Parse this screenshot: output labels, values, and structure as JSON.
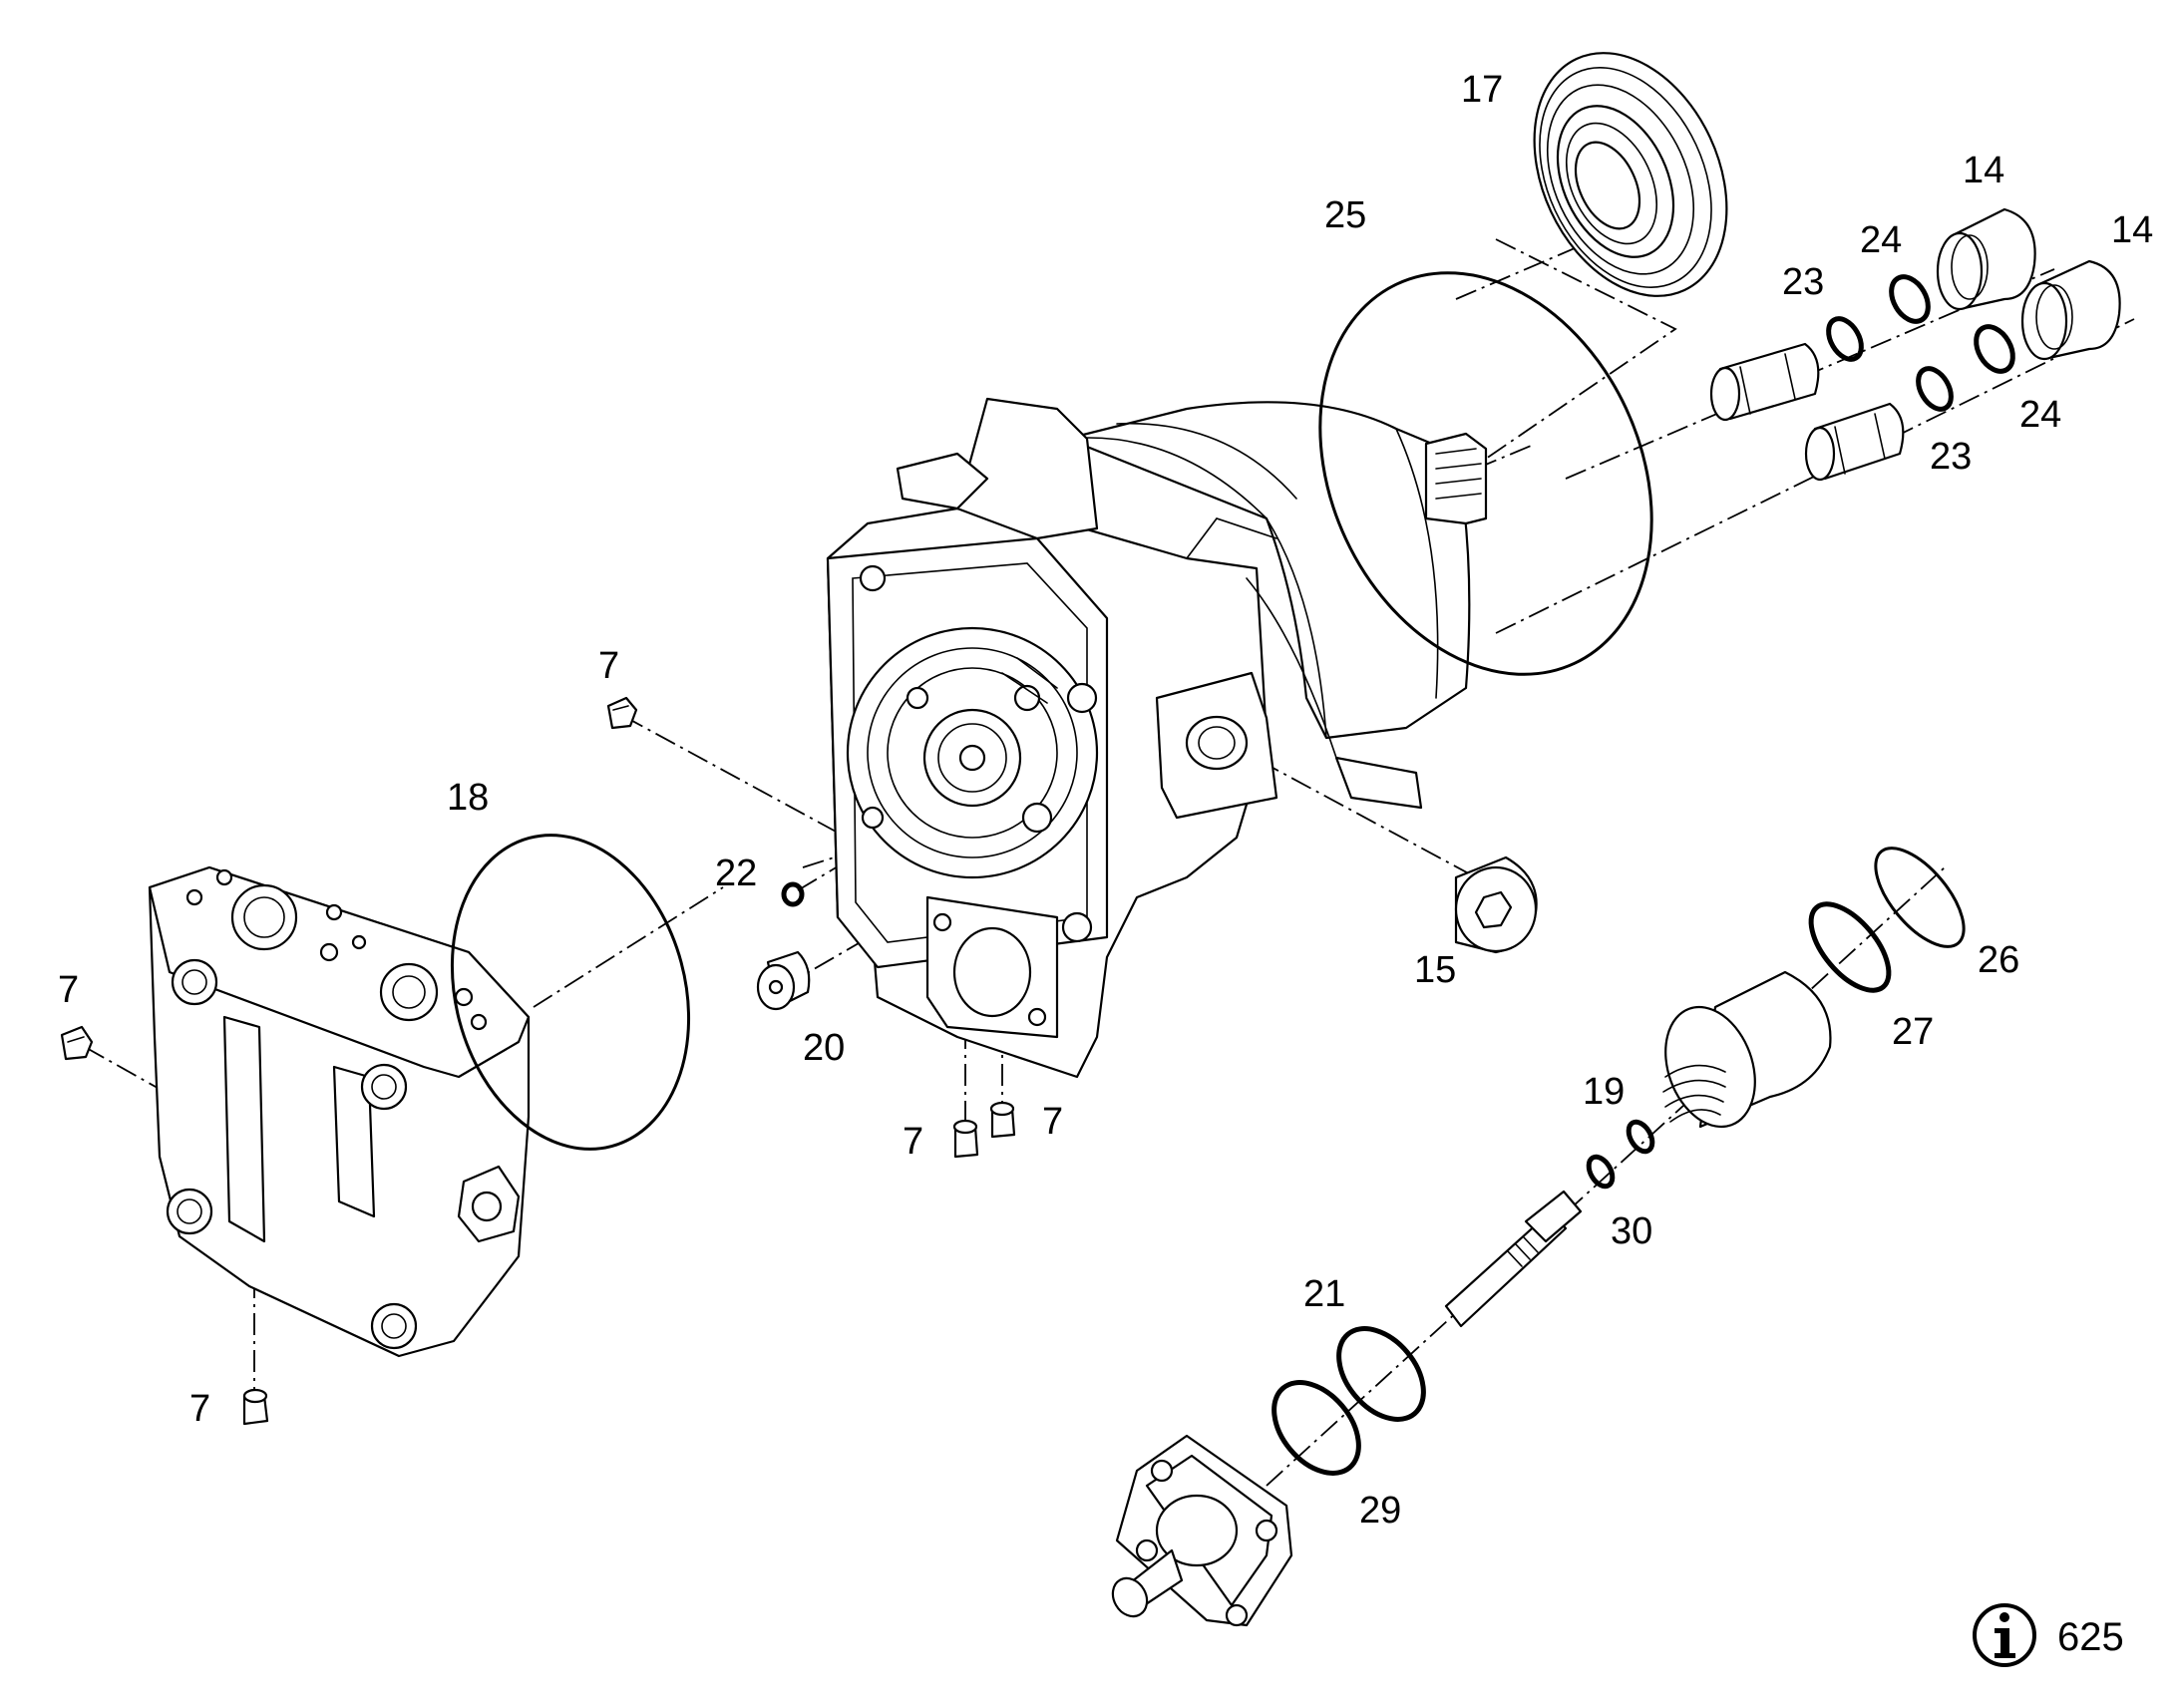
{
  "diagram": {
    "labels": {
      "p17": "17",
      "p25": "25",
      "p14a": "14",
      "p14b": "14",
      "p24a": "24",
      "p24b": "24",
      "p23a": "23",
      "p23b": "23",
      "p7a": "7",
      "p7b": "7",
      "p7c": "7",
      "p7d": "7",
      "p7e": "7",
      "p18": "18",
      "p22": "22",
      "p20": "20",
      "p15": "15",
      "p26": "26",
      "p27": "27",
      "p19": "19",
      "p30": "30",
      "p21": "21",
      "p29": "29"
    },
    "page_reference": "625",
    "info_icon": "info-icon"
  }
}
